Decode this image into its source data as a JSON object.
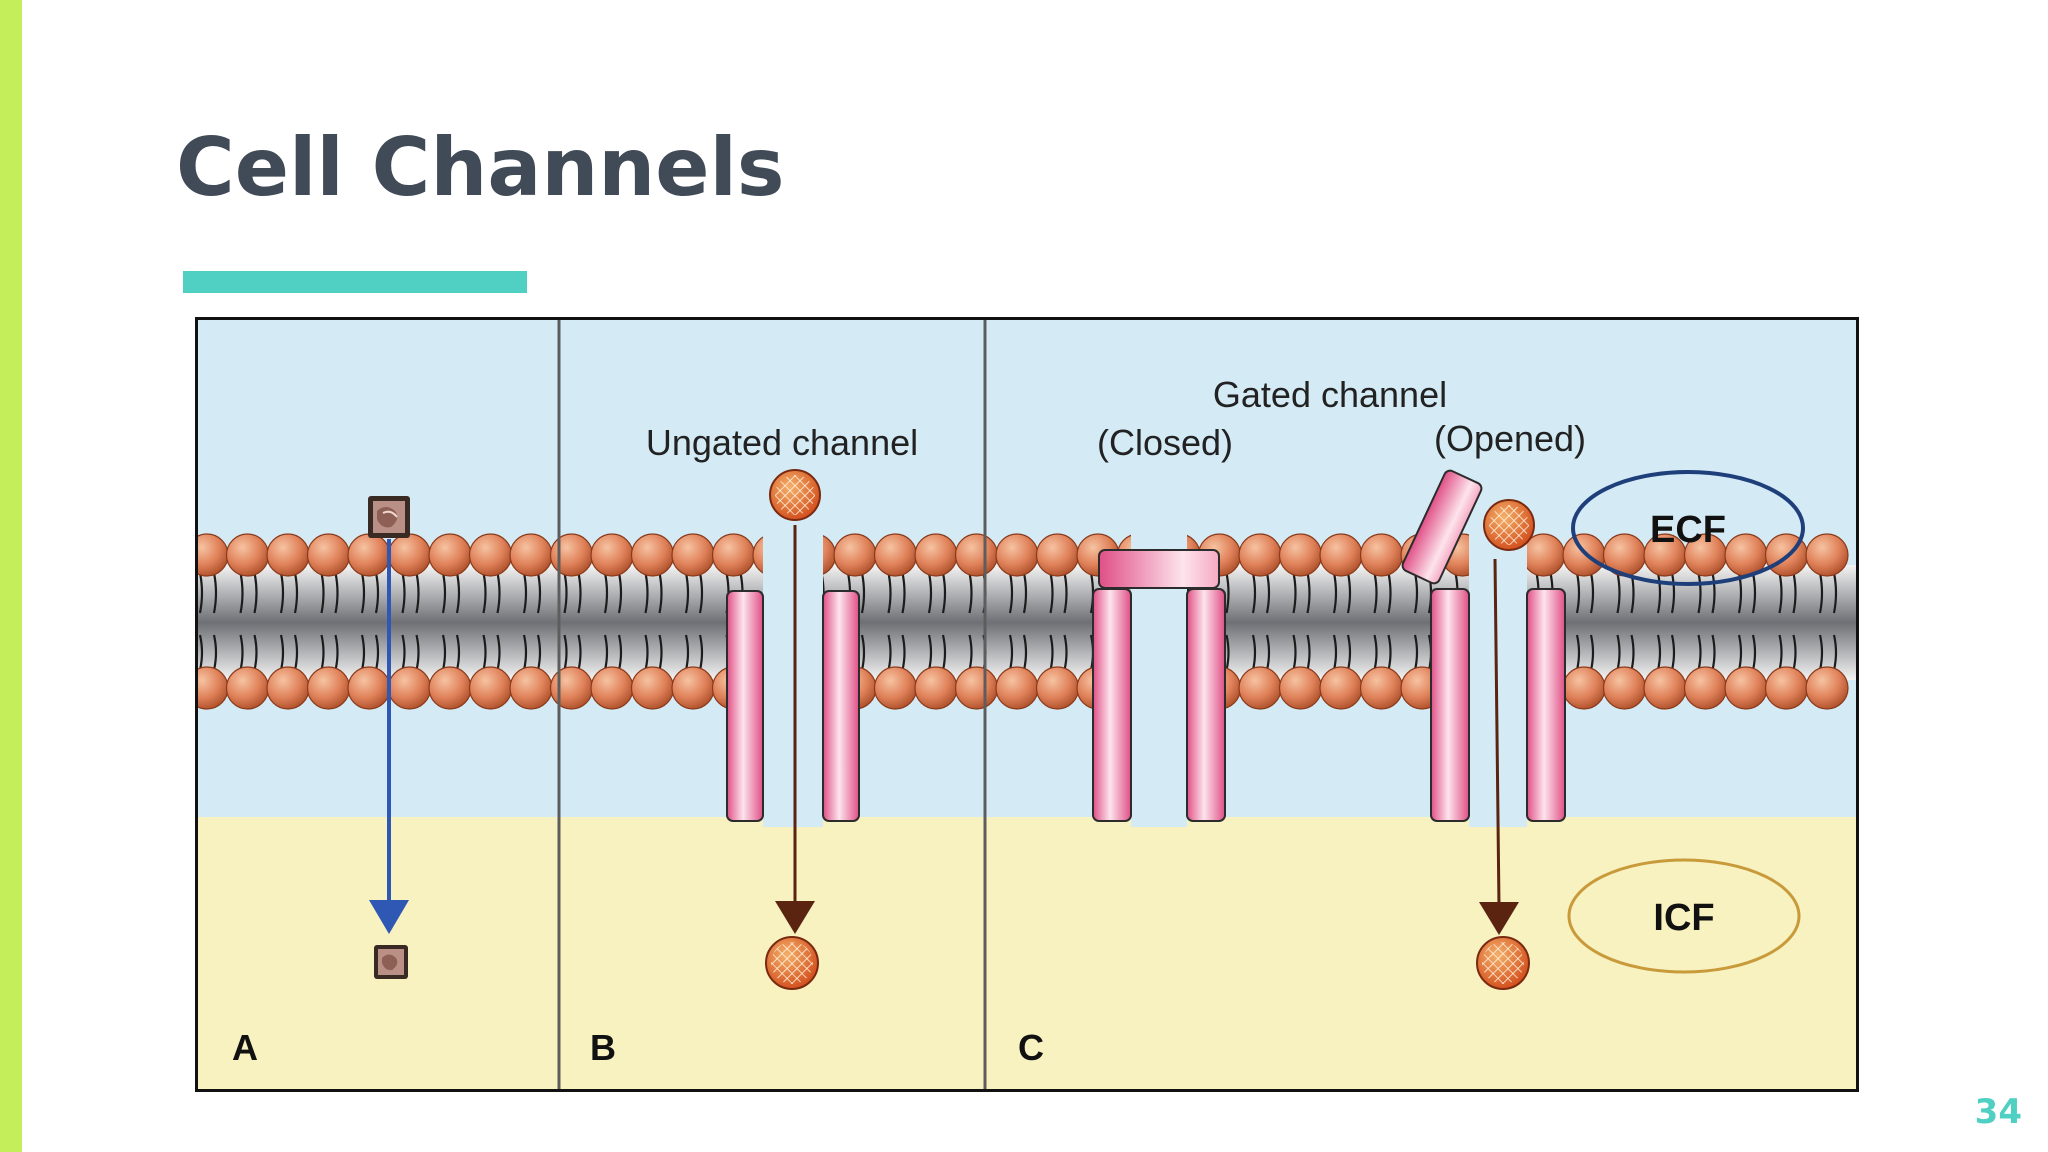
{
  "slide": {
    "title": "Cell Channels",
    "page_number": "34",
    "colors": {
      "side_bar": "#c5ef5a",
      "title": "#414b57",
      "underline": "#4fd0c2",
      "page_number": "#4fd0c2"
    }
  },
  "diagram": {
    "panels": [
      {
        "letter": "A"
      },
      {
        "letter": "B",
        "label": "Ungated channel"
      },
      {
        "letter": "C",
        "label": "Gated channel",
        "sub_closed": "(Closed)",
        "sub_opened": "(Opened)"
      }
    ],
    "ecf_label": "ECF",
    "icf_label": "ICF",
    "colors": {
      "ecf_background": "#d4ebf6",
      "icf_background": "#f8f1c0",
      "lipid_head": "#e0825a",
      "channel_protein": "#e9749a",
      "ecf_ellipse": "#1e3f7a",
      "icf_ellipse": "#c89a3a",
      "arrow_blue": "#2f57b4",
      "arrow_brown": "#5a2411"
    },
    "icons": {
      "small_molecule": "square-molecule-icon",
      "ion": "ion-ball-icon"
    }
  }
}
